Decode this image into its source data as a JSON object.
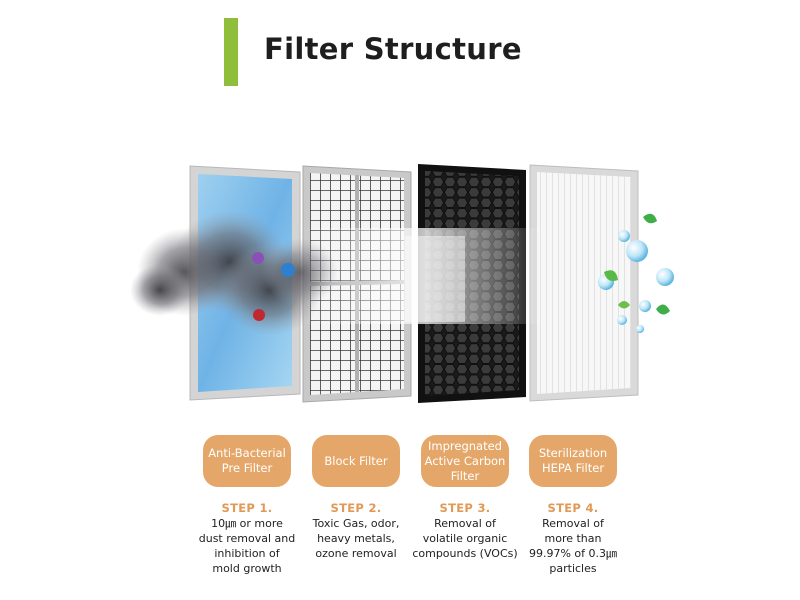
{
  "title": "Filter Structure",
  "colors": {
    "accent_bar": "#8fbe3a",
    "pill": "#e5a769",
    "step_heading": "#e09a55"
  },
  "steps": [
    {
      "name": "Anti-Bacterial\nPre Filter",
      "step": "STEP 1.",
      "desc": "10㎛ or more\ndust removal and\ninhibition of\nmold growth"
    },
    {
      "name": "Block Filter",
      "step": "STEP 2.",
      "desc": "Toxic Gas, odor,\nheavy metals,\nozone removal"
    },
    {
      "name": "Impregnated\nActive Carbon\nFilter",
      "step": "STEP 3.",
      "desc": "Removal of\nvolatile organic\ncompounds (VOCs)"
    },
    {
      "name": "Sterilization\nHEPA Filter",
      "step": "STEP 4.",
      "desc": "Removal of\nmore than\n99.97% of 0.3㎛\nparticles"
    }
  ]
}
